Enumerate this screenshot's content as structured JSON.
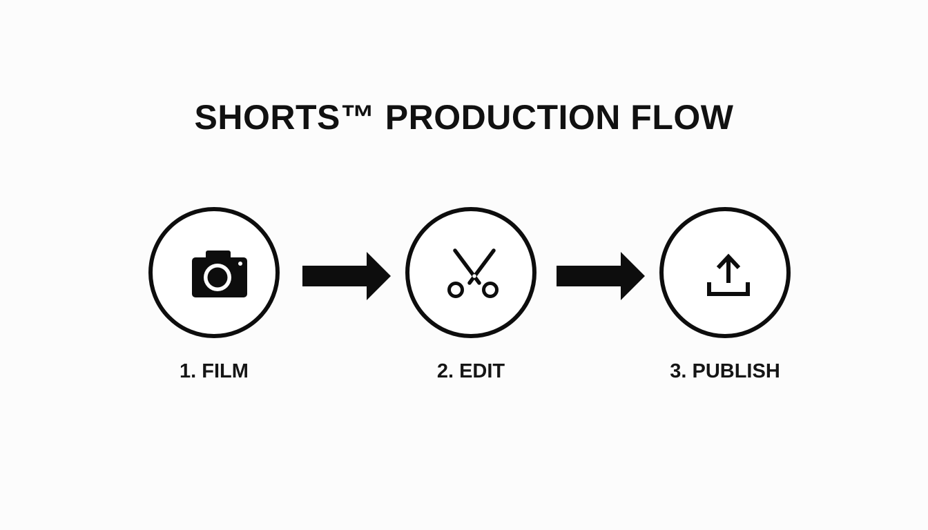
{
  "title": "SHORTS™ PRODUCTION FLOW",
  "steps": [
    {
      "label": "1. FILM",
      "icon": "camera-icon"
    },
    {
      "label": "2. EDIT",
      "icon": "scissors-icon"
    },
    {
      "label": "3. PUBLISH",
      "icon": "upload-icon"
    }
  ],
  "connectors": [
    "arrow-right-icon",
    "arrow-right-icon"
  ],
  "colors": {
    "ink": "#0d0d0d",
    "background": "#fcfcfc"
  }
}
